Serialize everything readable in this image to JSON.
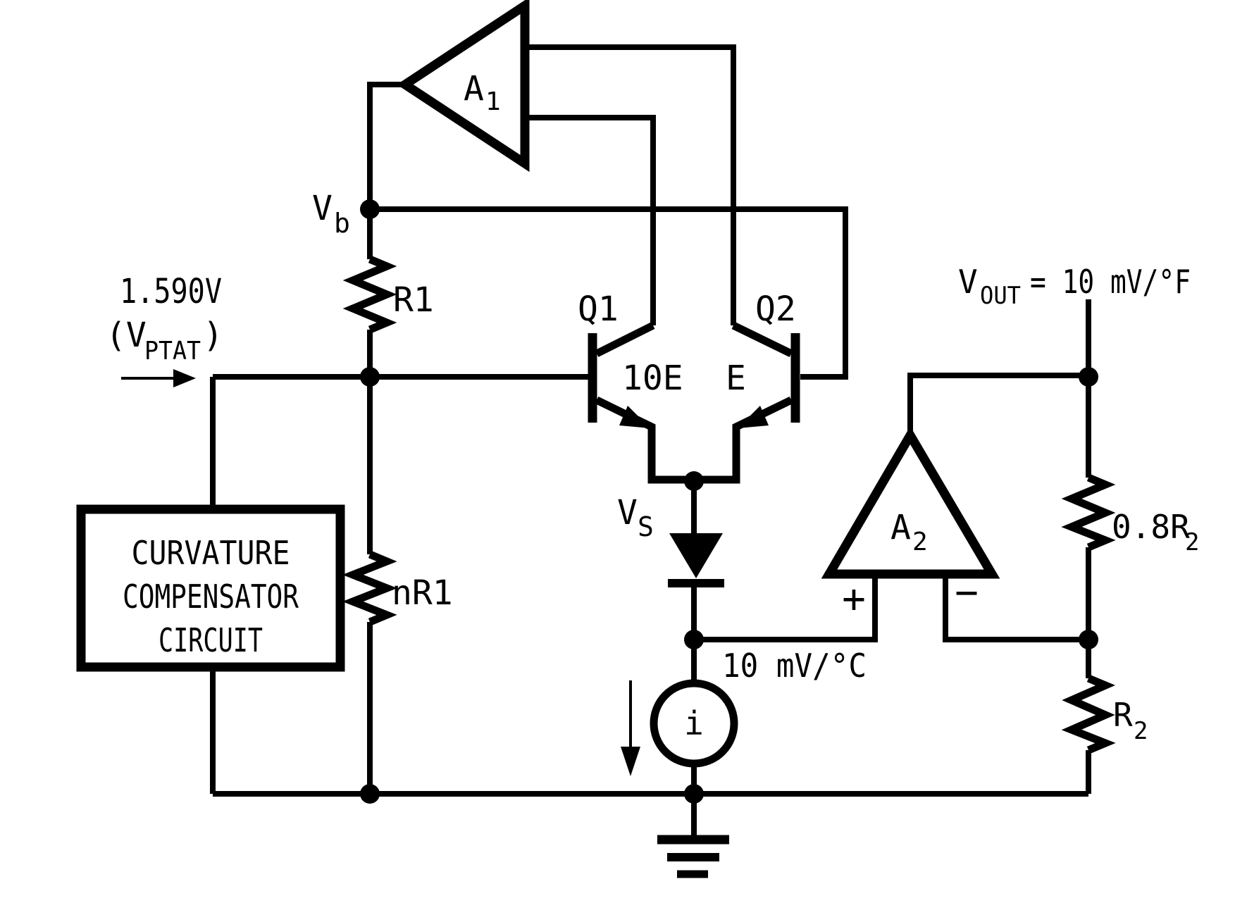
{
  "page": {
    "bg": "#ffffff",
    "ink": "#000000"
  },
  "schematic": {
    "input": {
      "voltage": "1.590V",
      "ptat_open": "(V",
      "ptat_sub": "PTAT",
      "ptat_close": ")"
    },
    "nodes": {
      "vb": {
        "main": "V",
        "sub": "b"
      },
      "vs": {
        "main": "V",
        "sub": "S"
      }
    },
    "amplifiers": {
      "a1": {
        "main": "A",
        "sub": "1"
      },
      "a2": {
        "main": "A",
        "sub": "2",
        "plus": "+",
        "minus": "−"
      }
    },
    "transistors": {
      "q1": {
        "name": "Q1",
        "emitter": "10E"
      },
      "q2": {
        "name": "Q2",
        "emitter": "E"
      }
    },
    "resistors": {
      "r1": "R1",
      "nr1": "nR1",
      "r08": {
        "main": "0.8R",
        "sub": "2"
      },
      "r2": {
        "main": "R",
        "sub": "2"
      }
    },
    "source": {
      "symbol": "i",
      "sensitivity": "10 mV/°C"
    },
    "output": {
      "main": "V",
      "sub": "OUT",
      "rest": "= 10 mV/°F"
    },
    "compensator": {
      "line1": "CURVATURE",
      "line2": "COMPENSATOR",
      "line3": "CIRCUIT"
    }
  }
}
